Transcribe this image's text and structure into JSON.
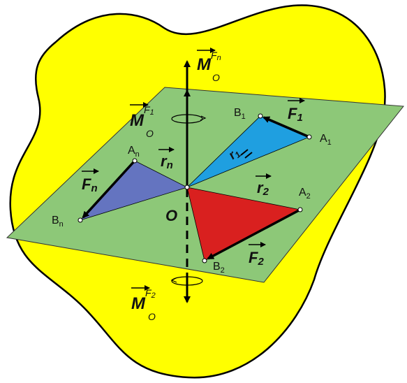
{
  "colors": {
    "background": "#ffffff",
    "blob": "#ffff00",
    "plane": "#8dc878",
    "triangle_1": "#1f9fe0",
    "triangle_2": "#d9201f",
    "triangle_n": "#6474c0",
    "outline": "#000000"
  },
  "origin": {
    "label": "O"
  },
  "points": {
    "A1": {
      "base": "A",
      "sub": "1"
    },
    "B1": {
      "base": "B",
      "sub": "1"
    },
    "A2": {
      "base": "A",
      "sub": "2"
    },
    "B2": {
      "base": "B",
      "sub": "2"
    },
    "An": {
      "base": "A",
      "sub": "n"
    },
    "Bn": {
      "base": "B",
      "sub": "n"
    }
  },
  "forces": {
    "F1": {
      "base": "F",
      "sub": "1"
    },
    "F2": {
      "base": "F",
      "sub": "2"
    },
    "Fn": {
      "base": "F",
      "sub": "n"
    }
  },
  "radius_vectors": {
    "r1": {
      "base": "r",
      "sub": "1"
    },
    "r2": {
      "base": "r",
      "sub": "2"
    },
    "rn": {
      "base": "r",
      "sub": "n"
    }
  },
  "moments": {
    "Fn": {
      "base": "M",
      "sub": "O",
      "sup_base": "F",
      "sup_sub": "n"
    },
    "F1": {
      "base": "M",
      "sub": "O",
      "sup_base": "F",
      "sup_sub": "1"
    },
    "F2": {
      "base": "M",
      "sub": "O",
      "sup_base": "F",
      "sup_sub": "2"
    }
  }
}
